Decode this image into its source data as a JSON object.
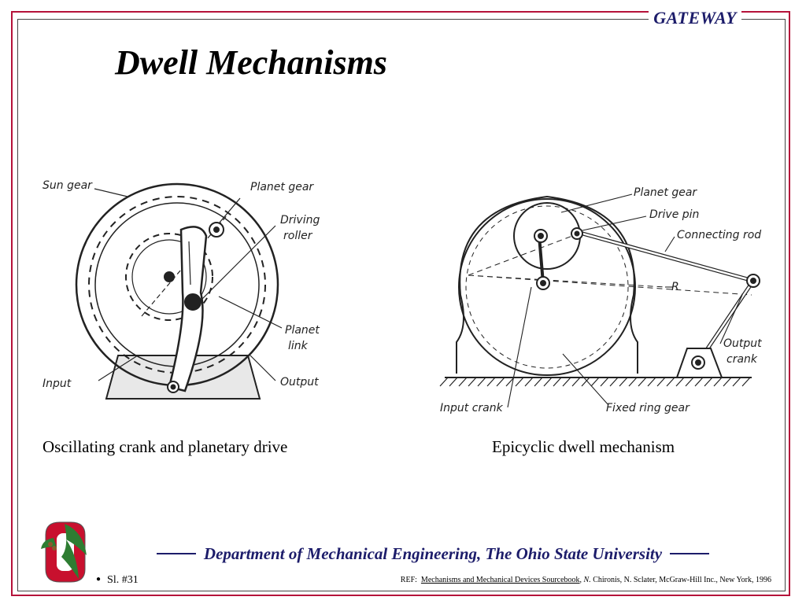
{
  "header": {
    "gateway": "GATEWAY",
    "title": "Dwell Mechanisms"
  },
  "figures": {
    "left": {
      "labels": {
        "sun_gear": "Sun gear",
        "planet_gear": "Planet gear",
        "driving": "Driving",
        "roller": "roller",
        "planet": "Planet",
        "link": "link",
        "input": "Input",
        "output": "Output"
      },
      "caption": "Oscillating crank and planetary drive"
    },
    "right": {
      "labels": {
        "planet_gear": "Planet gear",
        "drive_pin": "Drive pin",
        "connecting_rod": "Connecting rod",
        "r": "R",
        "output": "Output",
        "crank": "crank",
        "input_crank": "Input crank",
        "fixed_ring_gear": "Fixed ring gear"
      },
      "caption": "Epicyclic dwell mechanism"
    }
  },
  "footer": {
    "department": "Department of Mechanical Engineering, The Ohio State University",
    "slide_number": "Sl. #31",
    "ref_prefix": "REF:",
    "ref_book": "Mechanisms and Mechanical Devices Sourcebook",
    "ref_author_initial": "N.",
    "ref_rest": "Chironis, N. Sclater, McGraw-Hill Inc., New York, 1996"
  },
  "colors": {
    "frame": "#b5123a",
    "navy": "#1c1c6a",
    "logo_red": "#c8102e",
    "logo_green": "#2e7d32"
  }
}
